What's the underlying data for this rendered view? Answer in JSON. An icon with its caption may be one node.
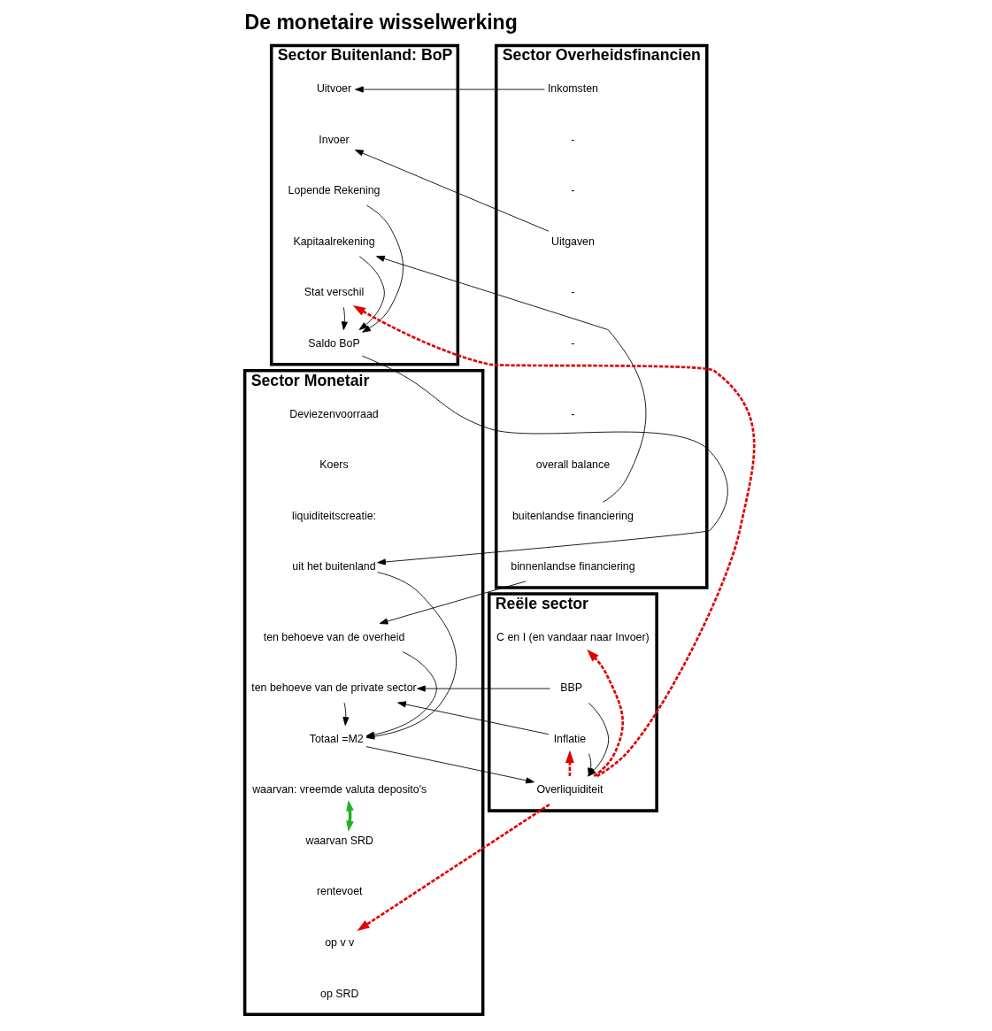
{
  "diagram": {
    "title": "De monetaire wisselwerking",
    "nodes": [
      {
        "text": [
          "Sector Buitenland: BoP"
        ]
      },
      {
        "text": [
          "Uitvoer"
        ],
        "in": 0
      },
      {
        "text": [
          "Invoer"
        ],
        "in": 0
      },
      {
        "text": [
          "Lopende Rekening"
        ],
        "in": 0
      },
      {
        "text": [
          "Kapitaalrekening"
        ],
        "in": 0
      },
      {
        "text": [
          "Stat verschil"
        ],
        "in": 0
      },
      {
        "text": [
          "Saldo BoP"
        ],
        "in": 0
      },
      {
        "text": [
          "Sector Overheidsfinancien"
        ]
      },
      {
        "text": [
          "Inkomsten"
        ],
        "in": 7
      },
      {
        "text": [
          "-"
        ],
        "in": 7
      },
      {
        "text": [
          "-"
        ],
        "in": 7
      },
      {
        "text": [
          "Uitgaven"
        ],
        "in": 7
      },
      {
        "text": [
          "-"
        ],
        "in": 7
      },
      {
        "text": [
          "-"
        ],
        "in": 7
      },
      {
        "text": [
          "-"
        ],
        "in": 7
      },
      {
        "text": [
          "overall balance"
        ],
        "in": 7
      },
      {
        "text": [
          "buitenlandse financiering"
        ],
        "in": 7
      },
      {
        "text": [
          "binnenlandse financiering"
        ],
        "in": 7
      },
      {
        "text": [
          "Sector Monetair"
        ]
      },
      {
        "text": [
          "Deviezenvoorraad"
        ],
        "in": 18
      },
      {
        "text": [
          "Koers"
        ],
        "in": 18
      },
      {
        "text": [
          "liquiditeitscreatie:"
        ],
        "in": 18
      },
      {
        "text": [
          "uit het buitenland"
        ],
        "in": 18
      },
      {
        "text": [
          "ten behoeve van de overheid"
        ],
        "in": 18
      },
      {
        "text": [
          "ten behoeve van de private sector"
        ],
        "in": 18
      },
      {
        "text": [
          "Totaal =M2"
        ],
        "in": 18
      },
      {
        "text": [
          "waarvan: vreemde valuta deposito's"
        ],
        "in": 18
      },
      {
        "text": [
          "waarvan SRD"
        ],
        "in": 18
      },
      {
        "text": [
          "rentevoet"
        ],
        "in": 18
      },
      {
        "text": [
          "op v v"
        ],
        "in": 18
      },
      {
        "text": [
          "op SRD"
        ],
        "in": 18
      },
      {
        "text": [
          "Reële sector"
        ]
      },
      {
        "text": [
          "C en I (en vandaar naar Invoer)"
        ],
        "in": 31
      },
      {
        "text": [
          "BBP"
        ],
        "in": 31
      },
      {
        "text": [
          "Inflatie"
        ],
        "in": 31
      },
      {
        "text": [
          "Overliquiditeit"
        ],
        "in": 31
      }
    ],
    "edges": [
      {
        "from": 8,
        "to": 1,
        "arrow": "to"
      },
      {
        "from": 11,
        "to": 2,
        "arrow": "to"
      },
      {
        "from": 16,
        "to": 4,
        "arrow": "to"
      },
      {
        "from": 3,
        "to": 6,
        "arrow": "to"
      },
      {
        "from": 4,
        "to": 6,
        "arrow": "to"
      },
      {
        "from": 5,
        "to": 6,
        "arrow": "to"
      },
      {
        "from": 6,
        "to": 22,
        "arrow": "to"
      },
      {
        "from": 17,
        "to": 23,
        "arrow": "to"
      },
      {
        "from": 33,
        "to": 24,
        "arrow": "to"
      },
      {
        "from": 34,
        "to": 24,
        "arrow": "to"
      },
      {
        "from": 22,
        "to": 25,
        "arrow": "to"
      },
      {
        "from": 23,
        "to": 25,
        "arrow": "to"
      },
      {
        "from": 24,
        "to": 25,
        "arrow": "to"
      },
      {
        "from": 25,
        "to": 35,
        "arrow": "to"
      },
      {
        "from": 35,
        "to": 5,
        "arrow": "to",
        "style": "dashed",
        "color": "#e00000"
      },
      {
        "from": 35,
        "to": 29,
        "arrow": "to",
        "style": "dashed",
        "color": "#e00000"
      },
      {
        "from": 35,
        "to": 32,
        "arrow": "to",
        "style": "dashed",
        "color": "#e00000"
      },
      {
        "from": 35,
        "to": 34,
        "arrow": "to",
        "style": "dashed",
        "color": "#e00000"
      },
      {
        "from": 33,
        "to": 35,
        "arrow": "to"
      },
      {
        "from": 34,
        "to": 35,
        "arrow": "to"
      },
      {
        "from": 26,
        "to": 27,
        "arrow": "both",
        "style": "thick",
        "color": "#22b022"
      }
    ]
  }
}
